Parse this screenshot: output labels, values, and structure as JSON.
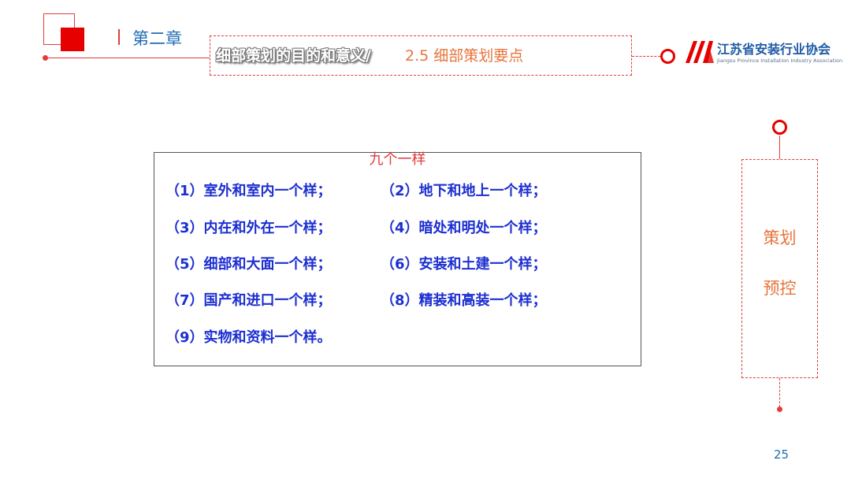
{
  "header": {
    "chapter": "第二章",
    "title_main": "细部策划的目的和意义/",
    "title_sub": "2.5 细部策划要点"
  },
  "logo": {
    "name_cn": "江苏省安装行业协会",
    "name_en": "Jiangsu Province Installation Industry Association"
  },
  "content": {
    "title": "九个一样",
    "items": [
      "（1）室外和室内一个样；",
      "（2）地下和地上一个样；",
      "（3）内在和外在一个样；",
      "（4）暗处和明处一个样；",
      "（5）细部和大面一个样；",
      "（6）安装和土建一个样；",
      "（7）国产和进口一个样；",
      "（8）精装和高装一个样；",
      "（9）实物和资料一个样。"
    ]
  },
  "side_panel": {
    "line1": "策划",
    "line2": "预控"
  },
  "page_number": "25",
  "colors": {
    "accent_red": "#e23b3b",
    "item_blue": "#1c2fd1",
    "orange": "#e7743b",
    "chapter_blue": "#1f6cb4"
  }
}
